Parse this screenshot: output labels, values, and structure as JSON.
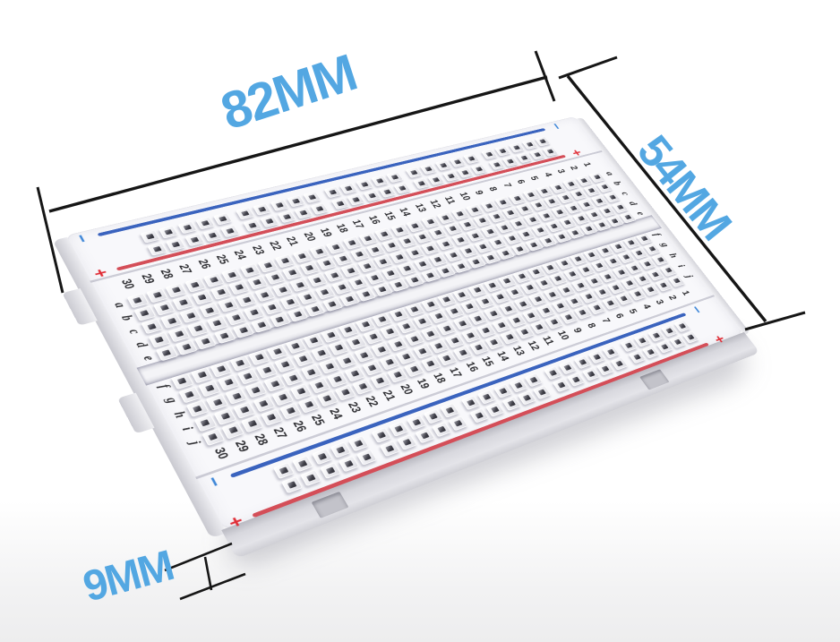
{
  "annotations": {
    "width_label": "82MM",
    "height_label": "54MM",
    "thickness_label": "9MM"
  },
  "board": {
    "column_numbers": [
      "1",
      "2",
      "3",
      "4",
      "5",
      "6",
      "7",
      "8",
      "9",
      "10",
      "11",
      "12",
      "13",
      "14",
      "15",
      "16",
      "17",
      "18",
      "19",
      "20",
      "21",
      "22",
      "23",
      "24",
      "25",
      "26",
      "27",
      "28",
      "29",
      "30"
    ],
    "row_letters_upper_bank": [
      "a",
      "b",
      "c",
      "d",
      "e"
    ],
    "row_letters_lower_bank": [
      "f",
      "g",
      "h",
      "i",
      "j"
    ],
    "rail_plus_symbol": "+",
    "rail_minus_symbol": "−",
    "structure": {
      "grid_columns": 30,
      "grid_rows_per_bank": 5,
      "power_rails": 2,
      "rail_hole_rows": 2,
      "rail_hole_groups": 5,
      "rail_holes_per_group": 5
    }
  },
  "colors": {
    "annotation_text": "#53a7e2",
    "annotation_line": "#161616",
    "rail_red_line": "#d44e58",
    "rail_blue_line": "#3a63be",
    "plus_mark": "#e02f38",
    "minus_mark": "#3f87d8",
    "board_text": "#2c2c30"
  }
}
